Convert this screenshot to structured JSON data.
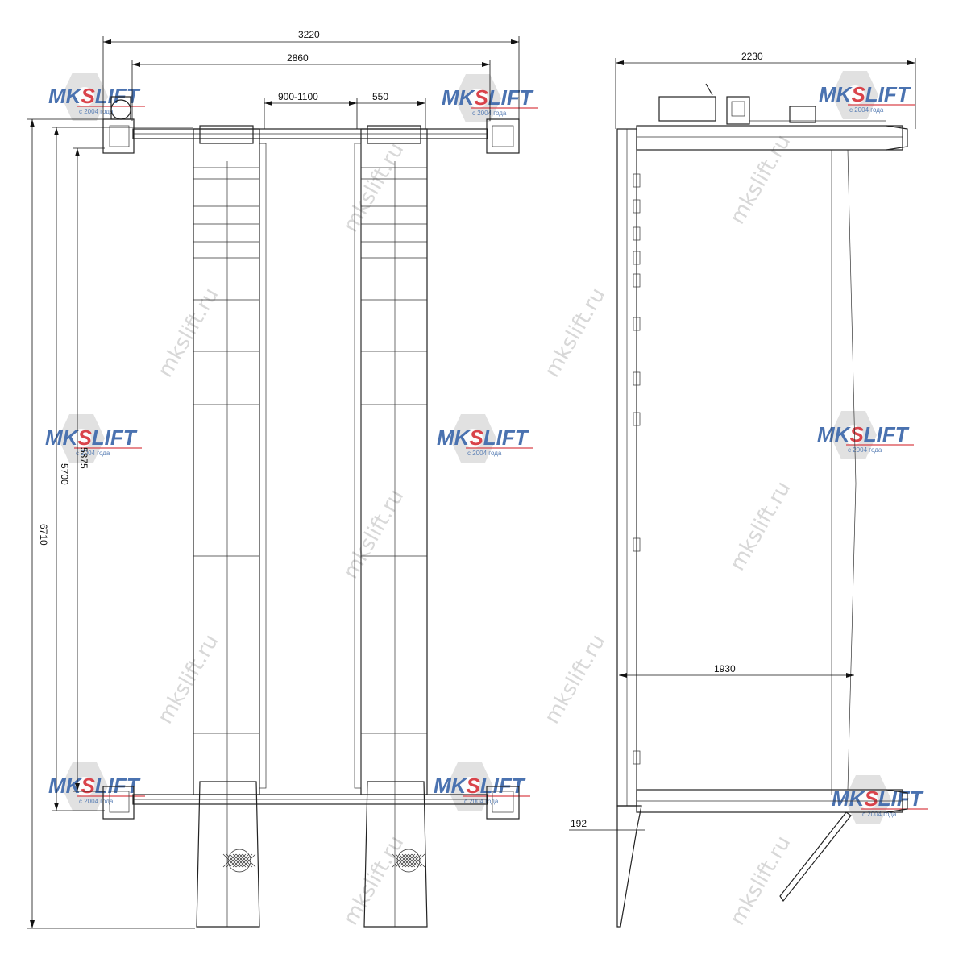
{
  "watermark": {
    "url": "mkslift.ru",
    "logo_mk": "MK",
    "logo_s": "S",
    "logo_lift": "LIFT",
    "logo_tagline": "с 2004 года",
    "colors": {
      "blue": "#4a72b0",
      "red": "#d9434a",
      "gray": "#c8c8c8"
    }
  },
  "dimensions": {
    "top_overall": "3220",
    "top_inner": "2860",
    "track_gap": "900-1100",
    "track_width": "550",
    "length_overall": "6710",
    "length_platform": "5700",
    "length_inner": "5375",
    "side_width": "2230",
    "side_inner": "1930",
    "side_height": "192"
  }
}
